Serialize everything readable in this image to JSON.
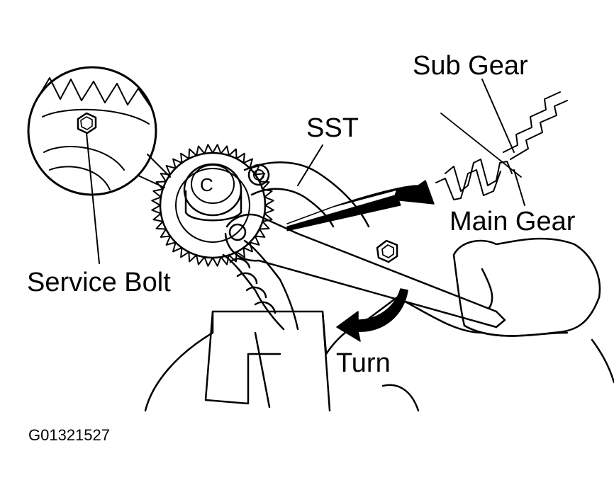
{
  "labels": {
    "sub_gear": "Sub Gear",
    "sst": "SST",
    "main_gear": "Main Gear",
    "service_bolt": "Service Bolt",
    "turn": "Turn"
  },
  "figure_code": "G01321527",
  "colors": {
    "ink": "#000000",
    "paper": "#ffffff"
  }
}
